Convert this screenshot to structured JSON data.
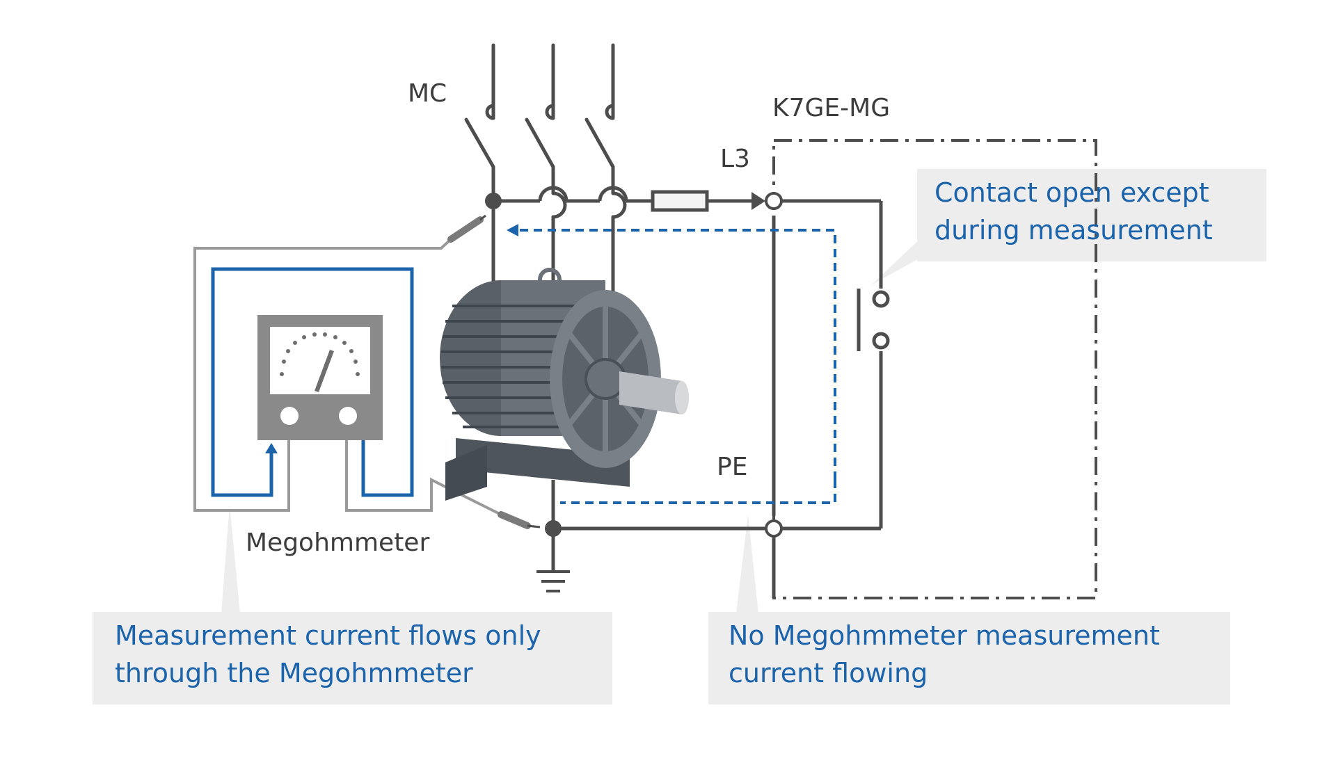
{
  "labels": {
    "mc": "MC",
    "device": "K7GE-MG",
    "l3": "L3",
    "pe": "PE",
    "megohmmeter": "Megohmmeter"
  },
  "callouts": {
    "contact": [
      "Contact open except",
      "during measurement"
    ],
    "megohmmeter_path": [
      "Measurement current flows only",
      "through the Megohmmeter"
    ],
    "no_current": [
      "No Megohmmeter measurement",
      "current flowing"
    ]
  },
  "colors": {
    "wire": "#4d4d4d",
    "probe": "#9a9a9a",
    "measure_blue": "#1b63ab",
    "callout_bg": "#ededee",
    "motor": "#6b7178"
  }
}
